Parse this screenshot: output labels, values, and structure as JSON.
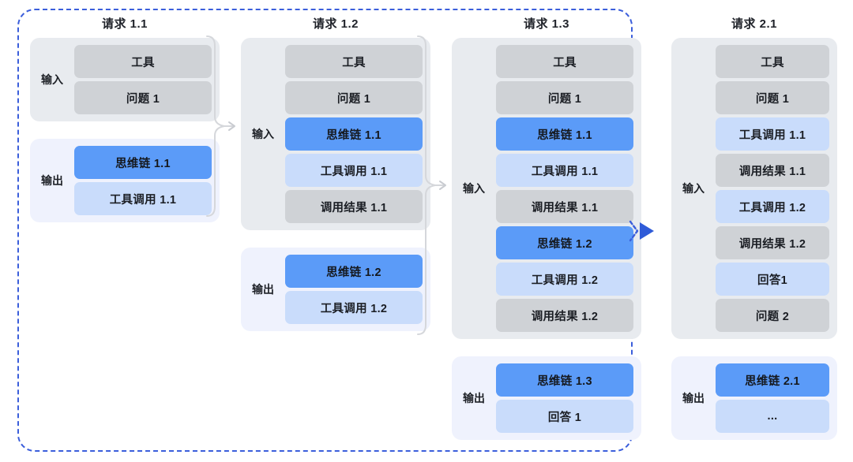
{
  "diagram": {
    "title_visible": false,
    "group_labels": {
      "input": "输入",
      "output": "输出"
    },
    "colors": {
      "dashed_border": "#3B5EDB",
      "arrow": "#2F5BD8",
      "gray_item": "#CFD2D6",
      "blue_item": "#5B9BF8",
      "lightblue_item": "#C9DCFB",
      "input_group_bg": "#E8EBEF",
      "output_group_bg": "#EFF2FD",
      "brace": "#D5D7DB"
    },
    "columns": [
      {
        "title": "请求 1.1",
        "groups": [
          {
            "label": "输入",
            "kind": "input",
            "items": [
              {
                "text": "工具",
                "style": "gray"
              },
              {
                "text": "问题 1",
                "style": "gray"
              }
            ]
          },
          {
            "label": "输出",
            "kind": "output",
            "items": [
              {
                "text": "思维链 1.1",
                "style": "blue"
              },
              {
                "text": "工具调用 1.1",
                "style": "lightblue"
              }
            ]
          }
        ]
      },
      {
        "title": "请求 1.2",
        "groups": [
          {
            "label": "输入",
            "kind": "input",
            "items": [
              {
                "text": "工具",
                "style": "gray"
              },
              {
                "text": "问题 1",
                "style": "gray"
              },
              {
                "text": "思维链 1.1",
                "style": "blue"
              },
              {
                "text": "工具调用 1.1",
                "style": "lightblue"
              },
              {
                "text": "调用结果 1.1",
                "style": "gray"
              }
            ]
          },
          {
            "label": "输出",
            "kind": "output",
            "items": [
              {
                "text": "思维链 1.2",
                "style": "blue"
              },
              {
                "text": "工具调用 1.2",
                "style": "lightblue"
              }
            ]
          }
        ]
      },
      {
        "title": "请求 1.3",
        "groups": [
          {
            "label": "输入",
            "kind": "input",
            "items": [
              {
                "text": "工具",
                "style": "gray"
              },
              {
                "text": "问题 1",
                "style": "gray"
              },
              {
                "text": "思维链 1.1",
                "style": "blue"
              },
              {
                "text": "工具调用 1.1",
                "style": "lightblue"
              },
              {
                "text": "调用结果 1.1",
                "style": "gray"
              },
              {
                "text": "思维链 1.2",
                "style": "blue"
              },
              {
                "text": "工具调用 1.2",
                "style": "lightblue"
              },
              {
                "text": "调用结果 1.2",
                "style": "gray"
              }
            ]
          },
          {
            "label": "输出",
            "kind": "output",
            "items": [
              {
                "text": "思维链 1.3",
                "style": "blue"
              },
              {
                "text": "回答 1",
                "style": "lightblue"
              }
            ]
          }
        ]
      },
      {
        "title": "请求 2.1",
        "groups": [
          {
            "label": "输入",
            "kind": "input",
            "items": [
              {
                "text": "工具",
                "style": "gray"
              },
              {
                "text": "问题 1",
                "style": "gray"
              },
              {
                "text": "工具调用 1.1",
                "style": "lightblue"
              },
              {
                "text": "调用结果 1.1",
                "style": "gray"
              },
              {
                "text": "工具调用 1.2",
                "style": "lightblue"
              },
              {
                "text": "调用结果 1.2",
                "style": "gray"
              },
              {
                "text": "回答1",
                "style": "lightblue"
              },
              {
                "text": "问题 2",
                "style": "gray"
              }
            ]
          },
          {
            "label": "输出",
            "kind": "output",
            "items": [
              {
                "text": "思维链 2.1",
                "style": "blue"
              },
              {
                "text": "...",
                "style": "lightblue"
              }
            ]
          }
        ]
      }
    ],
    "connectors": [
      {
        "name": "brace-1-to-2",
        "kind": "curly-brace-arrow"
      },
      {
        "name": "brace-2-to-3",
        "kind": "curly-brace-arrow"
      },
      {
        "name": "dashed-region-to-column-4",
        "kind": "blue-triangle-arrow"
      }
    ]
  }
}
